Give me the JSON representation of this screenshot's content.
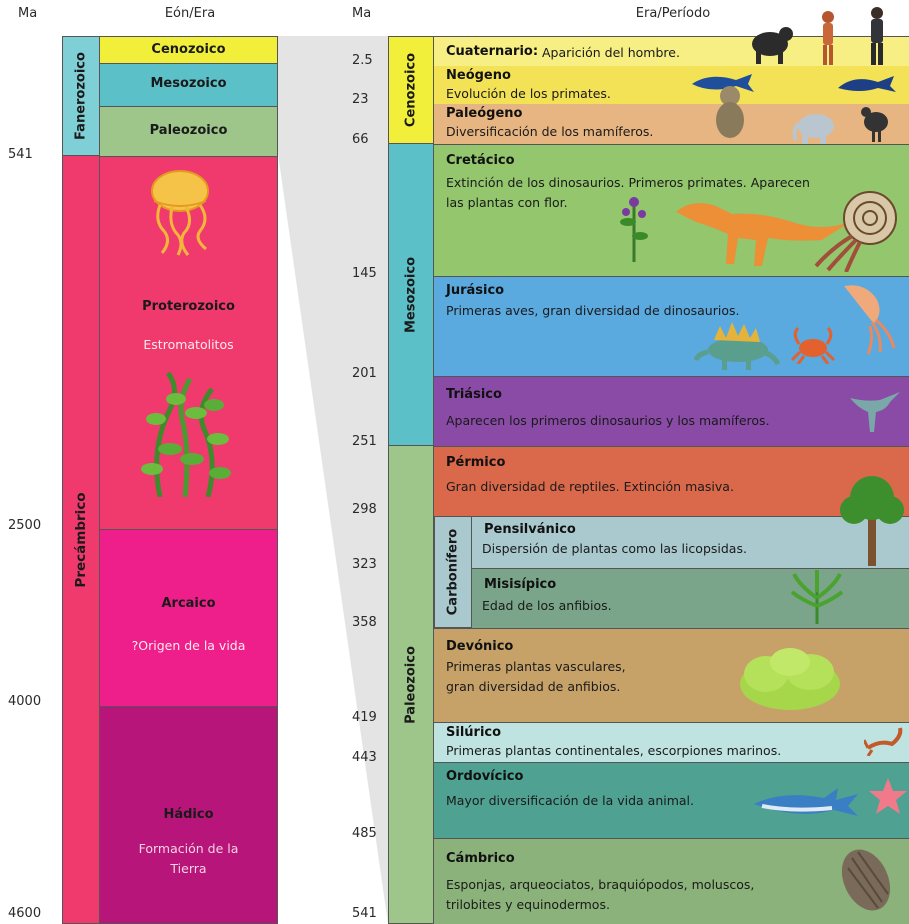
{
  "headers": {
    "ma_left": "Ma",
    "eon_era": "Eón/Era",
    "ma_right": "Ma",
    "era_period": "Era/Período"
  },
  "left_ticks": [
    "541",
    "2500",
    "4000",
    "4600"
  ],
  "eons": {
    "fanerozoico": "Fanerozoico",
    "precambrico": "Precámbrico"
  },
  "left_eras": {
    "cenozoico": "Cenozoico",
    "mesozoico": "Mesozoico",
    "paleozoico": "Paleozoico",
    "proterozoico": {
      "name": "Proterozoico",
      "sub": "Estromatolitos"
    },
    "arcaico": {
      "name": "Arcaico",
      "sub": "?Origen de la vida"
    },
    "hadico": {
      "name": "Hádico",
      "sub_1": "Formación de la",
      "sub_2": "Tierra"
    }
  },
  "right_ticks": [
    "2.5",
    "23",
    "66",
    "145",
    "201",
    "251",
    "298",
    "323",
    "358",
    "419",
    "443",
    "485",
    "541"
  ],
  "right_eras": {
    "cenozoico": "Cenozoico",
    "mesozoico": "Mesozoico",
    "paleozoico": "Paleozoico",
    "carbonifero": "Carbonífero"
  },
  "periods": {
    "cuaternario": {
      "title": "Cuaternario:",
      "desc": "Aparición del hombre."
    },
    "neogeno": {
      "title": "Neógeno",
      "desc": "Evolución de los primates."
    },
    "paleogeno": {
      "title": "Paleógeno",
      "desc": "Diversificación de los mamíferos."
    },
    "cretacico": {
      "title": "Cretácico",
      "desc_1": "Extinción de los dinosaurios. Primeros primates. Aparecen",
      "desc_2": "las plantas con flor."
    },
    "jurasico": {
      "title": "Jurásico",
      "desc": "Primeras aves, gran diversidad de dinosaurios."
    },
    "triasico": {
      "title": "Triásico",
      "desc": "Aparecen los primeros dinosaurios y los mamíferos."
    },
    "permico": {
      "title": "Pérmico",
      "desc": "Gran diversidad de reptiles. Extinción masiva."
    },
    "pensilvanico": {
      "title": "Pensilvánico",
      "desc": "Dispersión de plantas como las licopsidas."
    },
    "misisipico": {
      "title": "Misisípico",
      "desc": "Edad de los anfibios."
    },
    "devonico": {
      "title": "Devónico",
      "desc_1": "Primeras plantas vasculares,",
      "desc_2": "gran diversidad de anfibios."
    },
    "silurico": {
      "title": "Silúrico",
      "desc": "Primeras plantas continentales, escorpiones marinos."
    },
    "ordovicico": {
      "title": "Ordovícico",
      "desc": "Mayor diversificación de la vida animal."
    },
    "cambrico": {
      "title": "Cámbrico",
      "desc_1": "Esponjas, arqueociatos, braquiópodos, moluscos,",
      "desc_2": "trilobites y equinodermos."
    }
  },
  "colors": {
    "cenozoico": "#f2ef3a",
    "mesozoico": "#5cc0c9",
    "paleozoico": "#9fc68a",
    "precambrico": "#f03a6e",
    "arcaico": "#ee1f8a",
    "hadico": "#b7157a",
    "cuaternario": "#f7ef83",
    "neogeno": "#f3e255",
    "paleogeno": "#e7b582",
    "cretacico": "#93c66d",
    "jurasico": "#5aa9df",
    "triasico": "#8a4ba6",
    "permico": "#d9694a",
    "pensilvanico": "#a9c9cf",
    "misisipico": "#7aa58a",
    "devonico": "#c6a269",
    "silurico": "#bfe3e0",
    "ordovicico": "#4fa291",
    "cambrico": "#8bb27a"
  },
  "icons": [
    "jellyfish-icon",
    "seaweed-icon",
    "primate-icon",
    "hominid-icon",
    "human-icon",
    "whale-icon",
    "dolphin-icon",
    "monkey-icon",
    "elephant-icon",
    "bird-icon",
    "flower-plant-icon",
    "dinosaur-icon",
    "ammonite-icon",
    "stegosaurus-icon",
    "crab-icon",
    "squid-icon",
    "pterosaur-icon",
    "tree-icon",
    "fern-icon",
    "bush-icon",
    "scorpion-icon",
    "shark-icon",
    "starfish-icon",
    "trilobite-icon"
  ]
}
